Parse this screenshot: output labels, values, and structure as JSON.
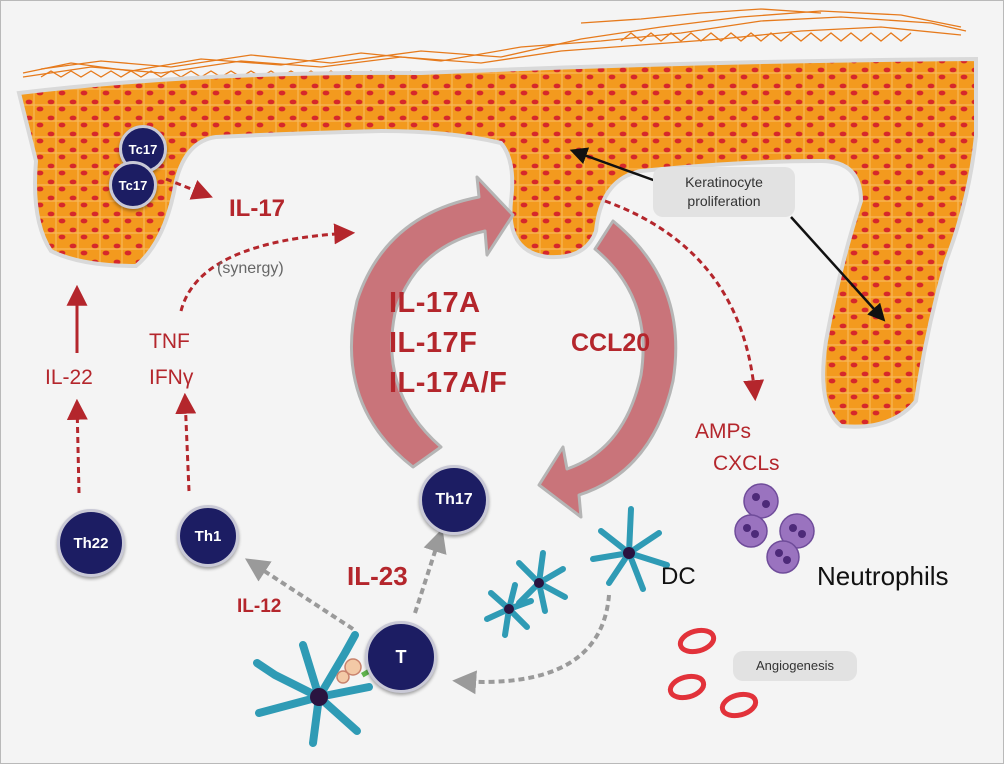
{
  "labels": {
    "il17_top": "IL-17",
    "synergy": "(synergy)",
    "tnf": "TNF",
    "ifng": "IFNγ",
    "il22": "IL-22",
    "il17a": "IL-17A",
    "il17f": "IL-17F",
    "il17af": "IL-17A/F",
    "ccl20": "CCL20",
    "amps": "AMPs",
    "cxcls": "CXCLs",
    "keratinocyte": "Keratinocyte proliferation",
    "dc": "DC",
    "neutrophils": "Neutrophils",
    "angiogenesis": "Angiogenesis",
    "il23": "IL-23",
    "il12": "IL-12"
  },
  "cells": {
    "tc17_a": "Tc17",
    "tc17_b": "Tc17",
    "th22": "Th22",
    "th1": "Th1",
    "th17": "Th17",
    "t": "T"
  },
  "colors": {
    "cytokine_red": "#b4262c",
    "epidermis_orange": "#f39a1e",
    "keratinocyte_nucleus": "#d6282b",
    "cell_navy": "#1c1d63",
    "dendritic_teal": "#2f9bb5",
    "neutrophil_purple": "#9a73bf",
    "vessel_red": "#e2323a",
    "cycle_arrow": "#c9747a"
  }
}
